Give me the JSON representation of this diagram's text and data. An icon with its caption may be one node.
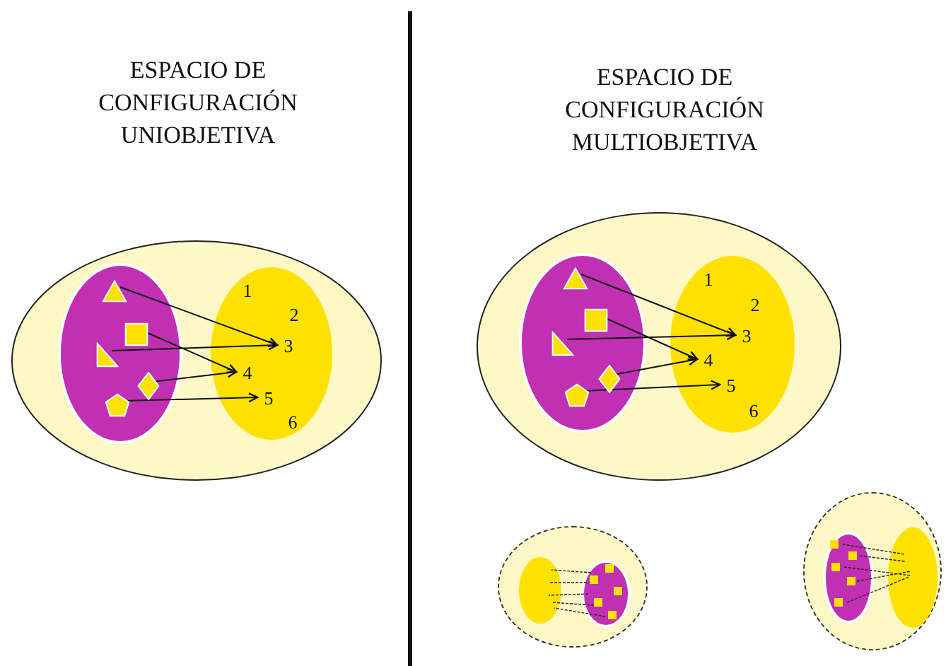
{
  "diagram": {
    "nodes": [
      {
        "text": [],
        "shape": "ellipse"
      },
      {
        "text": [],
        "shape": "ellipse",
        "in": 0
      },
      {
        "text": [],
        "shape": "triangle",
        "in": 1
      },
      {
        "text": [],
        "shape": "box",
        "in": 1
      },
      {
        "text": [],
        "shape": "triangle",
        "in": 1
      },
      {
        "text": [],
        "shape": "diamond",
        "in": 1
      },
      {
        "text": [],
        "shape": "pentagon",
        "in": 1
      },
      {
        "text": [],
        "shape": "ellipse",
        "in": 0
      },
      {
        "text": [
          "1"
        ],
        "in": 7
      },
      {
        "text": [
          "2"
        ],
        "in": 7
      },
      {
        "text": [
          "3"
        ],
        "in": 7
      },
      {
        "text": [
          "4"
        ],
        "in": 7
      },
      {
        "text": [
          "5"
        ],
        "in": 7
      },
      {
        "text": [
          "6"
        ],
        "in": 7
      },
      {
        "text": [],
        "shape": "ellipse"
      },
      {
        "text": [],
        "shape": "ellipse",
        "in": 14
      },
      {
        "text": [],
        "shape": "triangle",
        "in": 15
      },
      {
        "text": [],
        "shape": "box",
        "in": 15
      },
      {
        "text": [],
        "shape": "triangle",
        "in": 15
      },
      {
        "text": [],
        "shape": "diamond",
        "in": 15
      },
      {
        "text": [],
        "shape": "pentagon",
        "in": 15
      },
      {
        "text": [],
        "shape": "ellipse",
        "in": 14
      },
      {
        "text": [
          "1"
        ],
        "in": 21
      },
      {
        "text": [
          "2"
        ],
        "in": 21
      },
      {
        "text": [
          "3"
        ],
        "in": 21
      },
      {
        "text": [
          "4"
        ],
        "in": 21
      },
      {
        "text": [
          "5"
        ],
        "in": 21
      },
      {
        "text": [
          "6"
        ],
        "in": 21
      },
      {
        "text": [],
        "shape": "ellipse"
      },
      {
        "text": [],
        "shape": "ellipse",
        "in": 28
      },
      {
        "text": [],
        "shape": "ellipse",
        "in": 28
      },
      {
        "text": [],
        "shape": "ellipse"
      },
      {
        "text": [],
        "shape": "ellipse",
        "in": 31
      },
      {
        "text": [],
        "shape": "ellipse",
        "in": 31
      }
    ],
    "edges": [
      {
        "from": 2,
        "to": 10,
        "arrow": "to"
      },
      {
        "from": 3,
        "to": 11,
        "arrow": "to"
      },
      {
        "from": 4,
        "to": 10,
        "arrow": "to"
      },
      {
        "from": 5,
        "to": 11,
        "arrow": "to"
      },
      {
        "from": 6,
        "to": 12,
        "arrow": "to"
      },
      {
        "from": 16,
        "to": 24,
        "arrow": "to"
      },
      {
        "from": 17,
        "to": 25,
        "arrow": "to"
      },
      {
        "from": 18,
        "to": 24,
        "arrow": "to"
      },
      {
        "from": 19,
        "to": 25,
        "arrow": "to"
      },
      {
        "from": 20,
        "to": 26,
        "arrow": "to"
      }
    ],
    "labels": [
      "ESPACIO DE CONFIGURACIÓN UNIOBJETIVA",
      "ESPACIO DE CONFIGURACIÓN MULTIOBJETIVA"
    ]
  }
}
